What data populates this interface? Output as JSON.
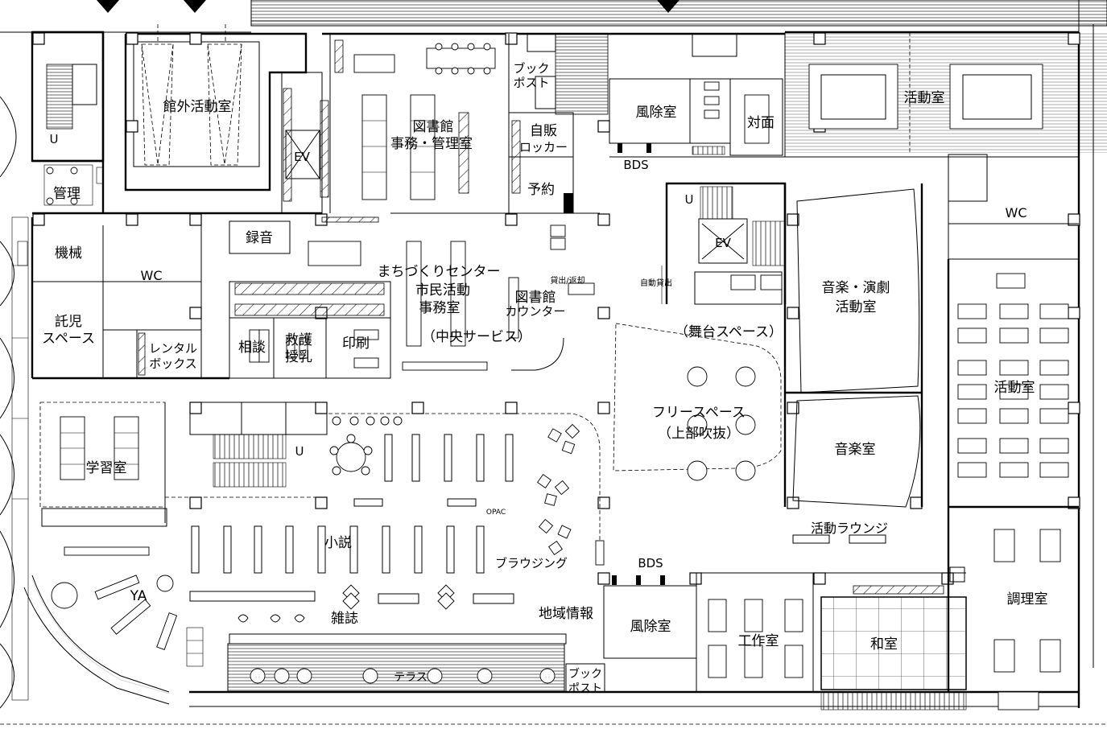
{
  "floor_plan": {
    "rooms": {
      "outdoor_activity_room": "館外活動室",
      "library_office": "図書館\n事務・管理室",
      "book_post_top": "ブック\nポスト",
      "vending_lockers": "自販\nロッカー",
      "reservation": "予約",
      "windbreak_top": "風除室",
      "bds_top": "BDS",
      "counter_desk": "対面",
      "activity_room_top_right": "活動室",
      "management": "管理",
      "machinery": "機械",
      "wc_left": "WC",
      "childcare_space": "託児\nスペース",
      "recording": "録音",
      "town_center": "まちづくりセンター\n市民活動\n事務室",
      "central_service": "（中央サービス）",
      "library_counter": "図書館\nカウンター",
      "lend_return": "貸出/返却",
      "self_checkout": "自動貸出",
      "consultation": "相談",
      "nursing": "救護\n授乳",
      "printing": "印刷",
      "rental_box": "レンタル\nボックス",
      "stage_space": "（舞台スペース）",
      "music_drama_room": "音楽・演劇\n活動室",
      "wc_right": "WC",
      "activity_room_right": "活動室",
      "free_space": "フリースペース\n（上部吹抜）",
      "music_room": "音楽室",
      "study_room": "学習室",
      "ya": "YA",
      "novels": "小説",
      "opac": "OPAC",
      "browsing": "ブラウジング",
      "activity_lounge": "活動ラウンジ",
      "bds_bottom": "BDS",
      "local_info": "地域情報",
      "windbreak_bottom": "風除室",
      "magazines": "雑誌",
      "terrace": "テラス",
      "book_post_bottom": "ブック\nポスト",
      "workshop": "工作室",
      "japanese_room": "和室",
      "cooking_room": "調理室",
      "ev_left": "EV",
      "ev_right": "EV",
      "stair_u": "U"
    }
  }
}
